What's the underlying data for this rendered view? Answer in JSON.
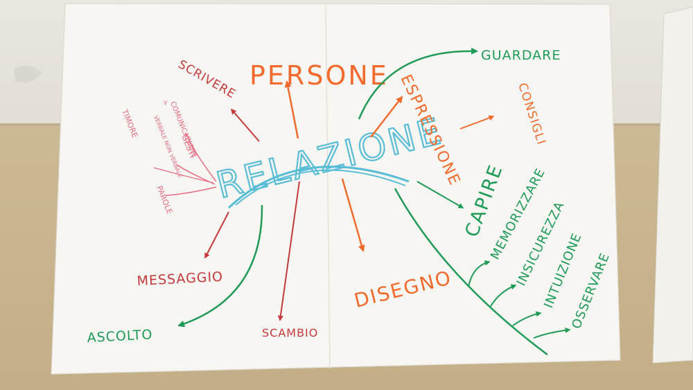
{
  "colors": {
    "orange": "#f26a2c",
    "red": "#c43a3a",
    "pink": "#e86a82",
    "green": "#1f9a57",
    "cyan": "#58bcd6",
    "paper": "#f7f6f2"
  },
  "mindmap": {
    "center": "RELAZIONE",
    "top": {
      "persone": "PERSONE",
      "scrivere": "SCRIVERE",
      "espressione": "ESPRESSIONE",
      "consigli": "CONSIGLI",
      "guardare": "GUARDARE"
    },
    "left": {
      "comunicazione": "COMUNICAZIONE",
      "verbale": "VERBALE NON VERBALE",
      "gesti": "GESTI",
      "parole": "PAROLE",
      "timore": "TIMORE",
      "timore_y": "Y"
    },
    "bottom": {
      "messaggio": "MESSAGGIO",
      "ascolto": "ASCOLTO",
      "scambio": "SCAMBIO",
      "disegno": "DISEGNO"
    },
    "right": {
      "capire": "CAPIRE",
      "memorizzare": "MEMORIZZARE",
      "insicurezza": "INSICUREZZA",
      "intuizione": "INTUIZIONE",
      "osservare": "OSSERVARE"
    }
  }
}
